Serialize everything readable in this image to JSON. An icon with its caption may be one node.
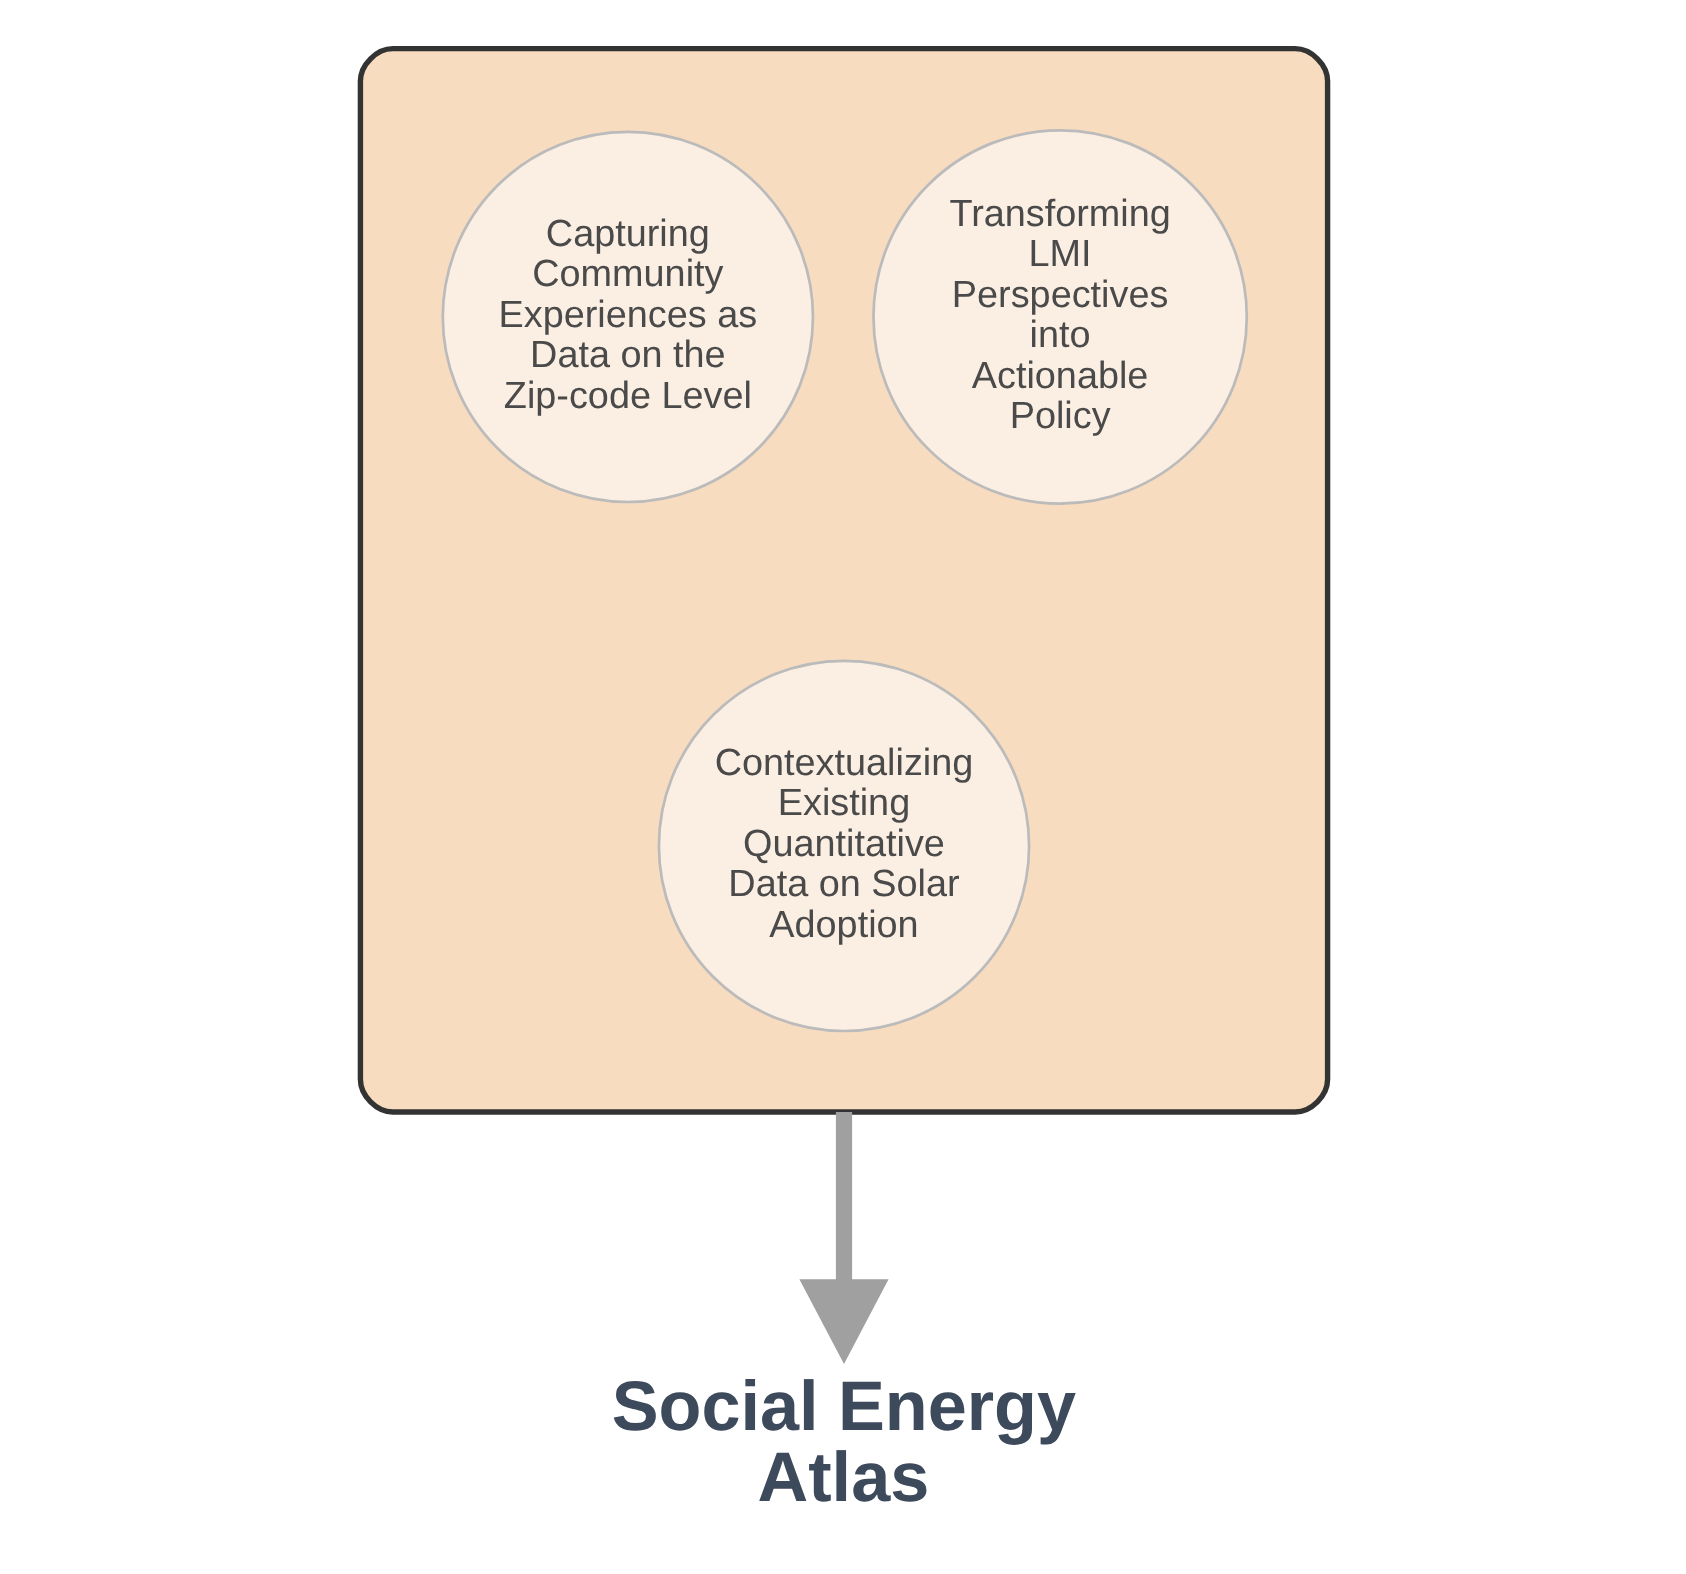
{
  "diagram": {
    "nodes": [
      {
        "text": [],
        "shape": "funnel"
      },
      {
        "text": [
          "Capturing Community Experiences as Data on the Zip-code Level"
        ],
        "in": 0
      },
      {
        "text": [
          "Transforming LMI Perspectives into Actionable Policy"
        ],
        "in": 0
      },
      {
        "text": [
          "Contextualizing Existing Quantitative Data on Solar Adoption"
        ],
        "in": 0
      },
      {
        "text": [
          "Social Energy Atlas"
        ]
      }
    ],
    "edges": [
      {
        "from": 0,
        "to": 4,
        "arrow": "to"
      }
    ]
  }
}
